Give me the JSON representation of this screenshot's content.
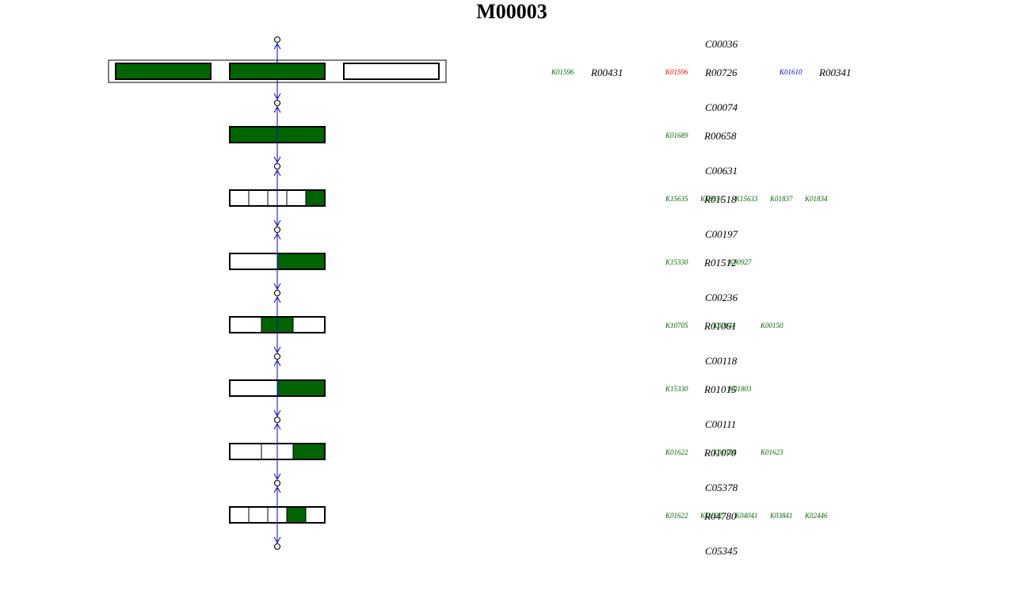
{
  "title": "M00003",
  "colors": {
    "filled": "#006400",
    "empty": "#ffffff",
    "border": "#000000",
    "arrow": "#0000cc",
    "ko_present": "#006400",
    "ko_missing": "#ff0000",
    "ko_other": "#0000cc",
    "label": "#000000"
  },
  "compounds": [
    "C00036",
    "C00074",
    "C00631",
    "C00197",
    "C00236",
    "C00118",
    "C00111",
    "C05378",
    "C05345"
  ],
  "steps": [
    {
      "reactions": [
        {
          "id": "R00431",
          "orthologs": [
            {
              "id": "K01596",
              "status": "present"
            }
          ]
        },
        {
          "id": "R00726",
          "orthologs": [
            {
              "id": "K01596",
              "status": "missing"
            }
          ]
        },
        {
          "id": "R00341",
          "orthologs": [
            {
              "id": "K01610",
              "status": "other"
            }
          ]
        }
      ],
      "alternatives": [
        {
          "cells": [
            true
          ]
        },
        {
          "cells": [
            true
          ]
        },
        {
          "cells": [
            false
          ]
        }
      ]
    },
    {
      "reactions": [
        {
          "id": "R00658",
          "orthologs": [
            {
              "id": "K01689",
              "status": "present"
            }
          ]
        }
      ],
      "alternatives": [
        {
          "cells": [
            true
          ]
        }
      ]
    },
    {
      "reactions": [
        {
          "id": "R01518",
          "orthologs": [
            {
              "id": "K15635",
              "status": "present"
            },
            {
              "id": "K15634",
              "status": "present"
            },
            {
              "id": "K15633",
              "status": "present"
            },
            {
              "id": "K01837",
              "status": "present"
            },
            {
              "id": "K01834",
              "status": "present"
            }
          ]
        }
      ],
      "alternatives": [
        {
          "cells": [
            false,
            false,
            false,
            false,
            true
          ]
        }
      ]
    },
    {
      "reactions": [
        {
          "id": "R01512",
          "orthologs": [
            {
              "id": "K15330",
              "status": "present"
            },
            {
              "id": "K00927",
              "status": "present"
            }
          ]
        }
      ],
      "alternatives": [
        {
          "cells": [
            false,
            true
          ]
        }
      ]
    },
    {
      "reactions": [
        {
          "id": "R01061",
          "orthologs": [
            {
              "id": "K10705",
              "status": "present"
            },
            {
              "id": "K00134",
              "status": "present"
            },
            {
              "id": "K00150",
              "status": "present"
            }
          ]
        }
      ],
      "alternatives": [
        {
          "cells": [
            false,
            true,
            false
          ]
        }
      ]
    },
    {
      "reactions": [
        {
          "id": "R01015",
          "orthologs": [
            {
              "id": "K15330",
              "status": "present"
            },
            {
              "id": "K01803",
              "status": "present"
            }
          ]
        }
      ],
      "alternatives": [
        {
          "cells": [
            false,
            true
          ]
        }
      ]
    },
    {
      "reactions": [
        {
          "id": "R01070",
          "orthologs": [
            {
              "id": "K01622",
              "status": "present"
            },
            {
              "id": "K01624",
              "status": "present"
            },
            {
              "id": "K01623",
              "status": "present"
            }
          ]
        }
      ],
      "alternatives": [
        {
          "cells": [
            false,
            false,
            true
          ]
        }
      ]
    },
    {
      "reactions": [
        {
          "id": "R04780",
          "orthologs": [
            {
              "id": "K01622",
              "status": "present"
            },
            {
              "id": "K11532",
              "status": "present"
            },
            {
              "id": "K04041",
              "status": "present"
            },
            {
              "id": "K03841",
              "status": "present"
            },
            {
              "id": "K02446",
              "status": "present"
            }
          ]
        }
      ],
      "alternatives": [
        {
          "cells": [
            false,
            false,
            false,
            true,
            false
          ]
        }
      ]
    }
  ]
}
